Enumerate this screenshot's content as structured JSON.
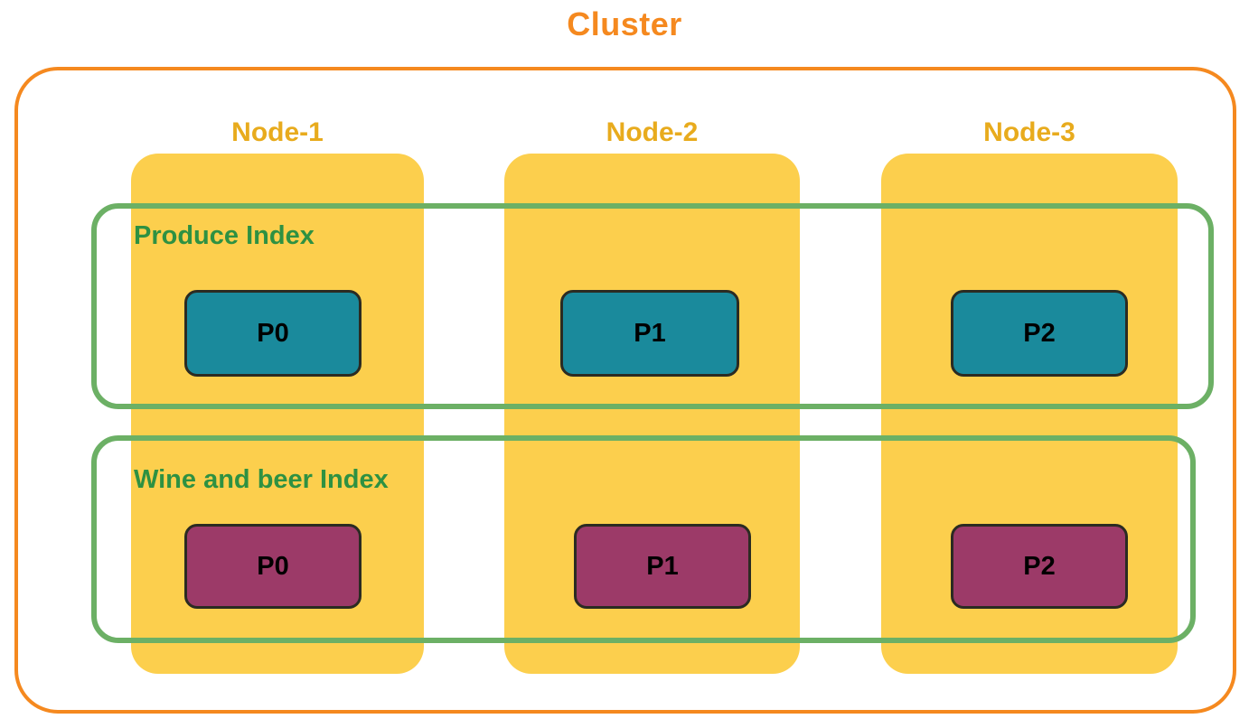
{
  "diagram": {
    "title": "Cluster",
    "colors": {
      "cluster_border": "#f5891f",
      "cluster_title": "#f5891f",
      "node_fill": "#fccf4d",
      "node_label": "#e8ab1d",
      "index_border": "#6cb065",
      "index_label": "#2e9142",
      "shard_primary": "#1a8a9c",
      "shard_replica": "#9c3a68",
      "shard_border": "#2b2b22",
      "shard_text": "#000000",
      "background": "#ffffff"
    },
    "nodes": [
      {
        "label": "Node-1"
      },
      {
        "label": "Node-2"
      },
      {
        "label": "Node-3"
      }
    ],
    "indices": [
      {
        "label": "Produce Index",
        "shards": [
          {
            "label": "P0",
            "node": "Node-1",
            "color": "#1a8a9c"
          },
          {
            "label": "P1",
            "node": "Node-2",
            "color": "#1a8a9c"
          },
          {
            "label": "P2",
            "node": "Node-3",
            "color": "#1a8a9c"
          }
        ]
      },
      {
        "label": "Wine and beer Index",
        "shards": [
          {
            "label": "P0",
            "node": "Node-1",
            "color": "#9c3a68"
          },
          {
            "label": "P1",
            "node": "Node-2",
            "color": "#9c3a68"
          },
          {
            "label": "P2",
            "node": "Node-3",
            "color": "#9c3a68"
          }
        ]
      }
    ]
  }
}
